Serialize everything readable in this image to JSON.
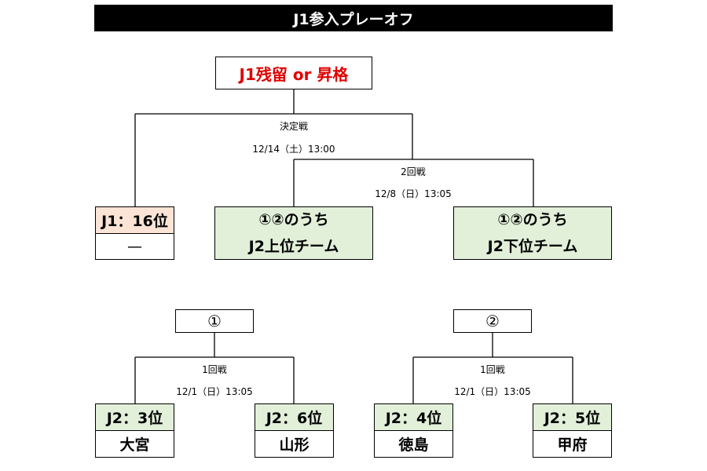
{
  "title": "J1参入プレーオフ",
  "final": {
    "result_label": "J1残留 or 昇格",
    "round_name": "決定戦",
    "round_date": "12/14（土）13:00"
  },
  "second_round": {
    "round_name": "2回戦",
    "round_date": "12/8（日）13:05",
    "j1_team": {
      "header": "J1：16位",
      "value": "—"
    },
    "upper_team": {
      "line1": "①②のうち",
      "line2": "J2上位チーム"
    },
    "lower_team": {
      "line1": "①②のうち",
      "line2": "J2下位チーム"
    }
  },
  "first_round": [
    {
      "label": "①",
      "round_name": "1回戦",
      "round_date": "12/1（日）13:05",
      "left": {
        "rank": "J2：3位",
        "team": "大宮"
      },
      "right": {
        "rank": "J2：6位",
        "team": "山形"
      }
    },
    {
      "label": "②",
      "round_name": "1回戦",
      "round_date": "12/1（日）13:05",
      "left": {
        "rank": "J2：4位",
        "team": "徳島"
      },
      "right": {
        "rank": "J2：5位",
        "team": "甲府"
      }
    }
  ],
  "colors": {
    "title_bg": "#000000",
    "title_text": "#ffffff",
    "final_text": "#e00000",
    "j2_cell": "#e2efd9",
    "j1_cell": "#fbe4d5"
  }
}
